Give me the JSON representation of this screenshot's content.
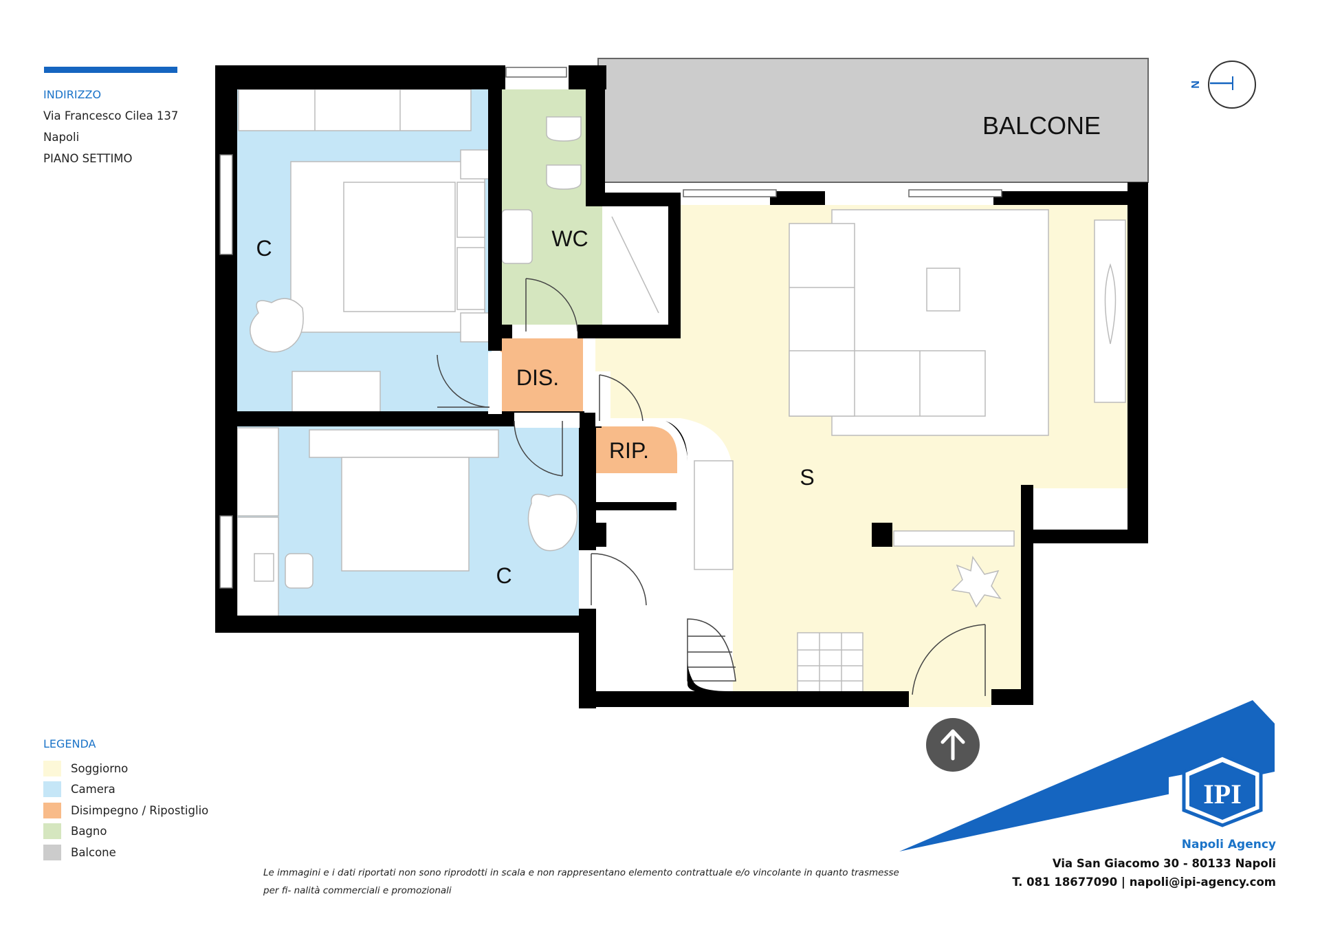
{
  "info": {
    "header": "INDIRIZZO",
    "street": "Via Francesco Cilea 137",
    "city": "Napoli",
    "floor": "PIANO  SETTIMO"
  },
  "rooms": {
    "balcone": "BALCONE",
    "bedroom_1": "C",
    "bathroom": "WC",
    "hall": "DIS.",
    "storage": "RIP.",
    "living": "S",
    "bedroom_2": "C"
  },
  "compass": {
    "label": "N"
  },
  "legend": {
    "header": "LEGENDA",
    "items": [
      {
        "label": "Soggiorno",
        "color": "#fdf8d8"
      },
      {
        "label": "Camera",
        "color": "#c5e6f7"
      },
      {
        "label": "Disimpegno / Ripostiglio",
        "color": "#f8bb89"
      },
      {
        "label": "Bagno",
        "color": "#d5e6bf"
      },
      {
        "label": "Balcone",
        "color": "#cccccc"
      }
    ]
  },
  "disclaimer": "Le immagini e i dati riportati non sono riprodotti in scala e non rappresentano elemento contrattuale e/o vincolante in quanto trasmesse per fi- nalità commerciali e promozionali",
  "agency": {
    "logo_text": "IPI",
    "name": "Napoli Agency",
    "address": "Via San Giacomo 30 - 80133 Napoli",
    "contact": "T. 081 18677090 | napoli@ipi-agency.com"
  },
  "colors": {
    "wall": "#000000",
    "living": "#fdf8d8",
    "bedroom": "#c5e6f7",
    "hall": "#f8bb89",
    "bath": "#d5e6bf",
    "balcony": "#cccccc",
    "accent": "#1565c0",
    "entry_marker": "#555555"
  }
}
